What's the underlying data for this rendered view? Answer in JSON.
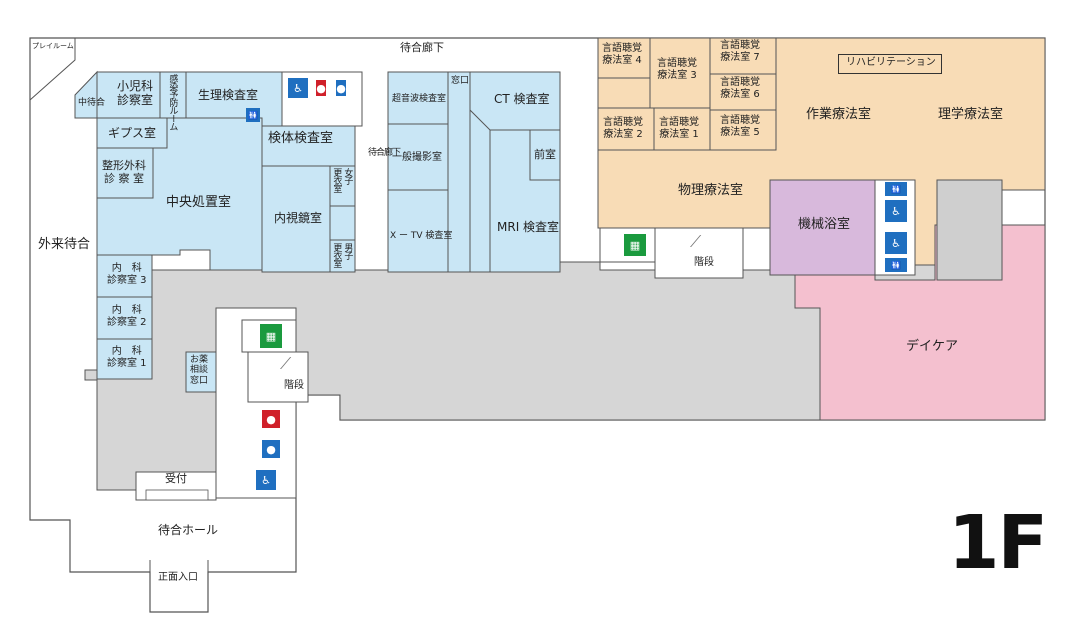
{
  "floor_label": "1F",
  "labels": {
    "playroom": "プレイルーム",
    "waiting_corridor_top": "待合廊下",
    "waiting_corridor_mid": "待合廊下",
    "pediatrics": "小児科\n診察室",
    "infection_room": "感染予防ルーム",
    "small_waiting": "中待合",
    "physio_test": "生理検査室",
    "cast_room": "ギプス室",
    "ortho": "整形外科\n診 察 室",
    "central_treatment": "中央処置室",
    "specimen_test": "検体検査室",
    "endoscopy": "内視鏡室",
    "changing_female": "更衣室",
    "female": "女子",
    "changing_male": "更衣室",
    "male": "男子",
    "ultrasound": "超音波検査室",
    "window_small": "窓口",
    "ct": "CT 検査室",
    "general_xray": "一般撮影室",
    "front_room": "前室",
    "xtv": "X ー TV 検査室",
    "mri": "MRI 検査室",
    "speech4": "言語聴覚\n療法室 4",
    "speech3": "言語聴覚\n療法室 3",
    "speech7": "言語聴覚\n療法室 7",
    "speech6": "言語聴覚\n療法室 6",
    "speech2": "言語聴覚\n療法室 2",
    "speech1": "言語聴覚\n療法室 1",
    "speech5": "言語聴覚\n療法室 5",
    "rehab": "リハビリテーション",
    "occupational": "作業療法室",
    "pt_room": "理学療法室",
    "physical_therapy": "物理療法室",
    "machine_bath": "機械浴室",
    "stairs_right": "階段",
    "daycare": "デイケア",
    "outpatient_waiting": "外来待合",
    "internal3": "内　科\n診察室 3",
    "internal2": "内　科\n診察室 2",
    "internal1": "内　科\n診察室 1",
    "medicine_consult": "お薬\n相談\n窓口",
    "stairs_center": "階段",
    "reception": "受付",
    "waiting_hall": "待合ホール",
    "main_entrance": "正面入口"
  },
  "colors": {
    "light_blue": "#c9e6f5",
    "peach": "#f8dcb6",
    "gray": "#d6d6d6",
    "pink": "#f4c0cf",
    "lavender": "#d8b9dc",
    "wall": "#555555"
  },
  "icons": {
    "restroom": "restroom-icon",
    "wheelchair": "wheelchair-icon",
    "male": "male-restroom-icon",
    "female": "female-restroom-icon",
    "elevator": "elevator-icon",
    "stairs": "stairs-icon"
  }
}
